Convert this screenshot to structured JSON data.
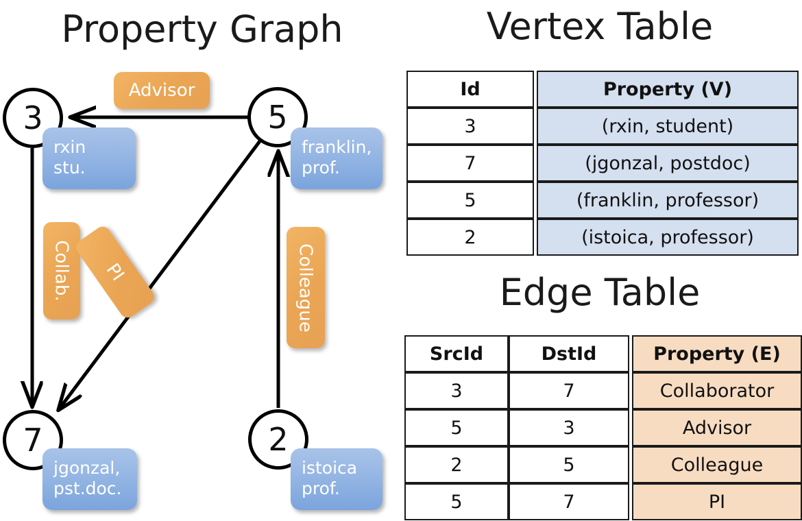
{
  "titles": {
    "property_graph": "Property Graph",
    "vertex_table": "Vertex Table",
    "edge_table": "Edge Table"
  },
  "graph": {
    "nodes": [
      {
        "id": "3",
        "property": "rxin\nstu."
      },
      {
        "id": "5",
        "property": "franklin,\nprof."
      },
      {
        "id": "7",
        "property": "jgonzal,\npst.doc."
      },
      {
        "id": "2",
        "property": "istoica\nprof."
      }
    ],
    "edge_labels": [
      {
        "label": "Advisor",
        "from": "5",
        "to": "3"
      },
      {
        "label": "Collab.",
        "from": "3",
        "to": "7"
      },
      {
        "label": "PI",
        "from": "5",
        "to": "7"
      },
      {
        "label": "Colleague",
        "from": "2",
        "to": "5"
      }
    ],
    "colors": {
      "vertex_box": "#95b6e4",
      "edge_box": "#eaa554",
      "node_stroke": "#000000",
      "edge_stroke": "#000000"
    }
  },
  "vertex_table": {
    "headers": [
      "Id",
      "Property (V)"
    ],
    "rows": [
      [
        "3",
        "(rxin, student)"
      ],
      [
        "7",
        "(jgonzal, postdoc)"
      ],
      [
        "5",
        "(franklin, professor)"
      ],
      [
        "2",
        "(istoica, professor)"
      ]
    ],
    "property_fill": "#d4dfef"
  },
  "edge_table": {
    "headers": [
      "SrcId",
      "DstId",
      "Property (E)"
    ],
    "rows": [
      [
        "3",
        "7",
        "Collaborator"
      ],
      [
        "5",
        "3",
        "Advisor"
      ],
      [
        "2",
        "5",
        "Colleague"
      ],
      [
        "5",
        "7",
        "PI"
      ]
    ],
    "property_fill": "#f7dcc2"
  }
}
